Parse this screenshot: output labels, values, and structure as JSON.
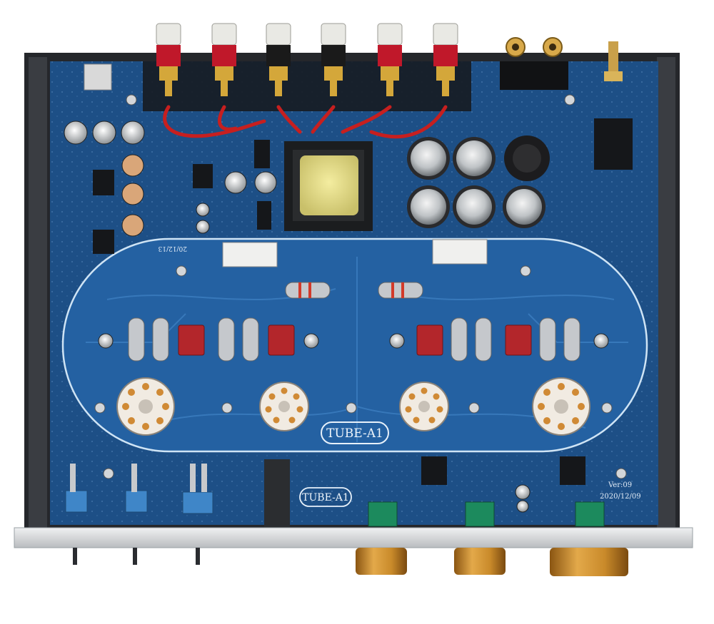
{
  "pcb": {
    "primary_label": "TUBE-A1",
    "secondary_label": "TUBE-A1",
    "version_label": "Ver:09",
    "date_label": "2020/12/09",
    "corner_code": "20/12/13"
  },
  "colors": {
    "pcb_blue": "#1d4f86",
    "pcb_blue_light": "#2b65a3",
    "chassis": "#2a2c30",
    "front_panel": "#d9dbdd",
    "knob_gold": "#c98a2a",
    "binding_red": "#c0182a",
    "binding_black": "#1a1a1a",
    "capacitor_red": "#b3262b",
    "switch_blue": "#3f86c8",
    "pot_green": "#1c8a5d",
    "wire_red": "#c71f1f"
  }
}
